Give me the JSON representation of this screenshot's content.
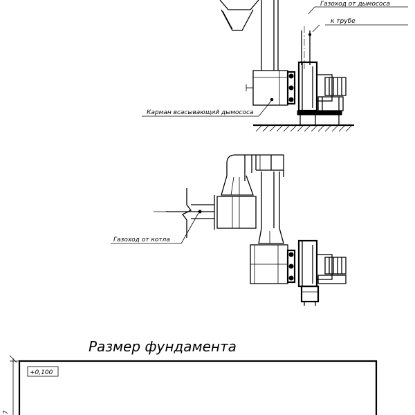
{
  "labels": {
    "flue_from_exhauster": "Газоход от дымососа",
    "to_chimney": "к трубе",
    "suction_pocket": "Карман всасывающий дымососа",
    "flue_from_boiler": "Газоход от котла",
    "foundation_title": "Размер фундамента",
    "level_mark": "+0,100",
    "side_dim": "7"
  },
  "icons": [
    "fan-impeller-icon",
    "electric-motor-icon",
    "ground-hatching-icon"
  ]
}
